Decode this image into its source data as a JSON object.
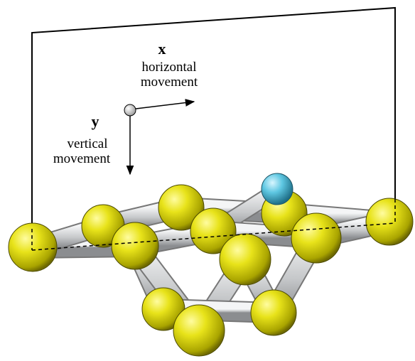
{
  "labels": {
    "x_letter": "x",
    "x_caption_line1": "horizontal",
    "x_caption_line2": "movement",
    "y_letter": "y",
    "y_caption_line1": "vertical",
    "y_caption_line2": "movement"
  },
  "colors": {
    "frame": "#000000",
    "gold_atom": "#e6e20a",
    "adatom": "#57c6e0",
    "bond": "#c9cbcd",
    "origin_marker": "#ffffff"
  },
  "icons": {
    "origin": "circle-origin-marker",
    "x_arrow": "arrow-right",
    "y_arrow": "arrow-down"
  }
}
